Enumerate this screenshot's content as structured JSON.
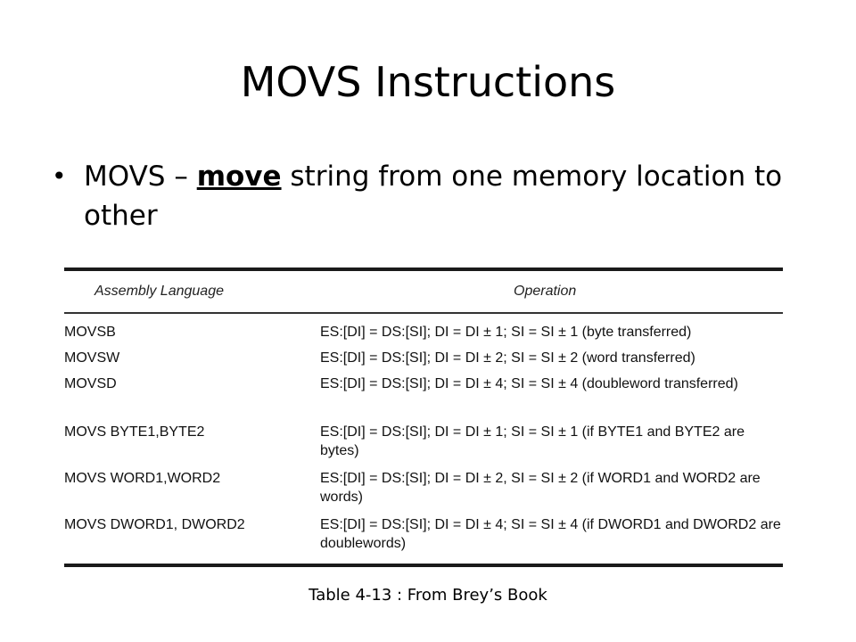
{
  "slide": {
    "title": "MOVS Instructions",
    "bullet": {
      "marker": "•",
      "prefix": "MOVS – ",
      "emphasis": "move",
      "suffix": " string from one memory location to other"
    },
    "caption": "Table 4-13 : From Brey’s Book"
  },
  "table": {
    "headers": {
      "instruction": "Assembly Language",
      "operation": "Operation"
    },
    "rows": [
      {
        "instruction": "MOVSB",
        "operation": "ES:[DI] = DS:[SI]; DI = DI ± 1; SI = SI ± 1 (byte transferred)"
      },
      {
        "instruction": "MOVSW",
        "operation": "ES:[DI] = DS:[SI]; DI = DI ± 2; SI = SI ± 2 (word transferred)"
      },
      {
        "instruction": "MOVSD",
        "operation": "ES:[DI] = DS:[SI]; DI = DI ± 4; SI = SI ± 4 (doubleword transferred)"
      },
      {
        "instruction": "MOVS BYTE1,BYTE2",
        "operation": "ES:[DI] = DS:[SI]; DI = DI ± 1; SI = SI ± 1 (if BYTE1 and BYTE2 are bytes)"
      },
      {
        "instruction": "MOVS WORD1,WORD2",
        "operation": "ES:[DI] = DS:[SI]; DI = DI ± 2, SI = SI ± 2 (if WORD1 and WORD2 are words)"
      },
      {
        "instruction": "MOVS DWORD1, DWORD2",
        "operation": "ES:[DI] = DS:[SI]; DI = DI ± 4; SI = SI ± 4 (if DWORD1 and DWORD2 are doublewords)"
      }
    ]
  }
}
